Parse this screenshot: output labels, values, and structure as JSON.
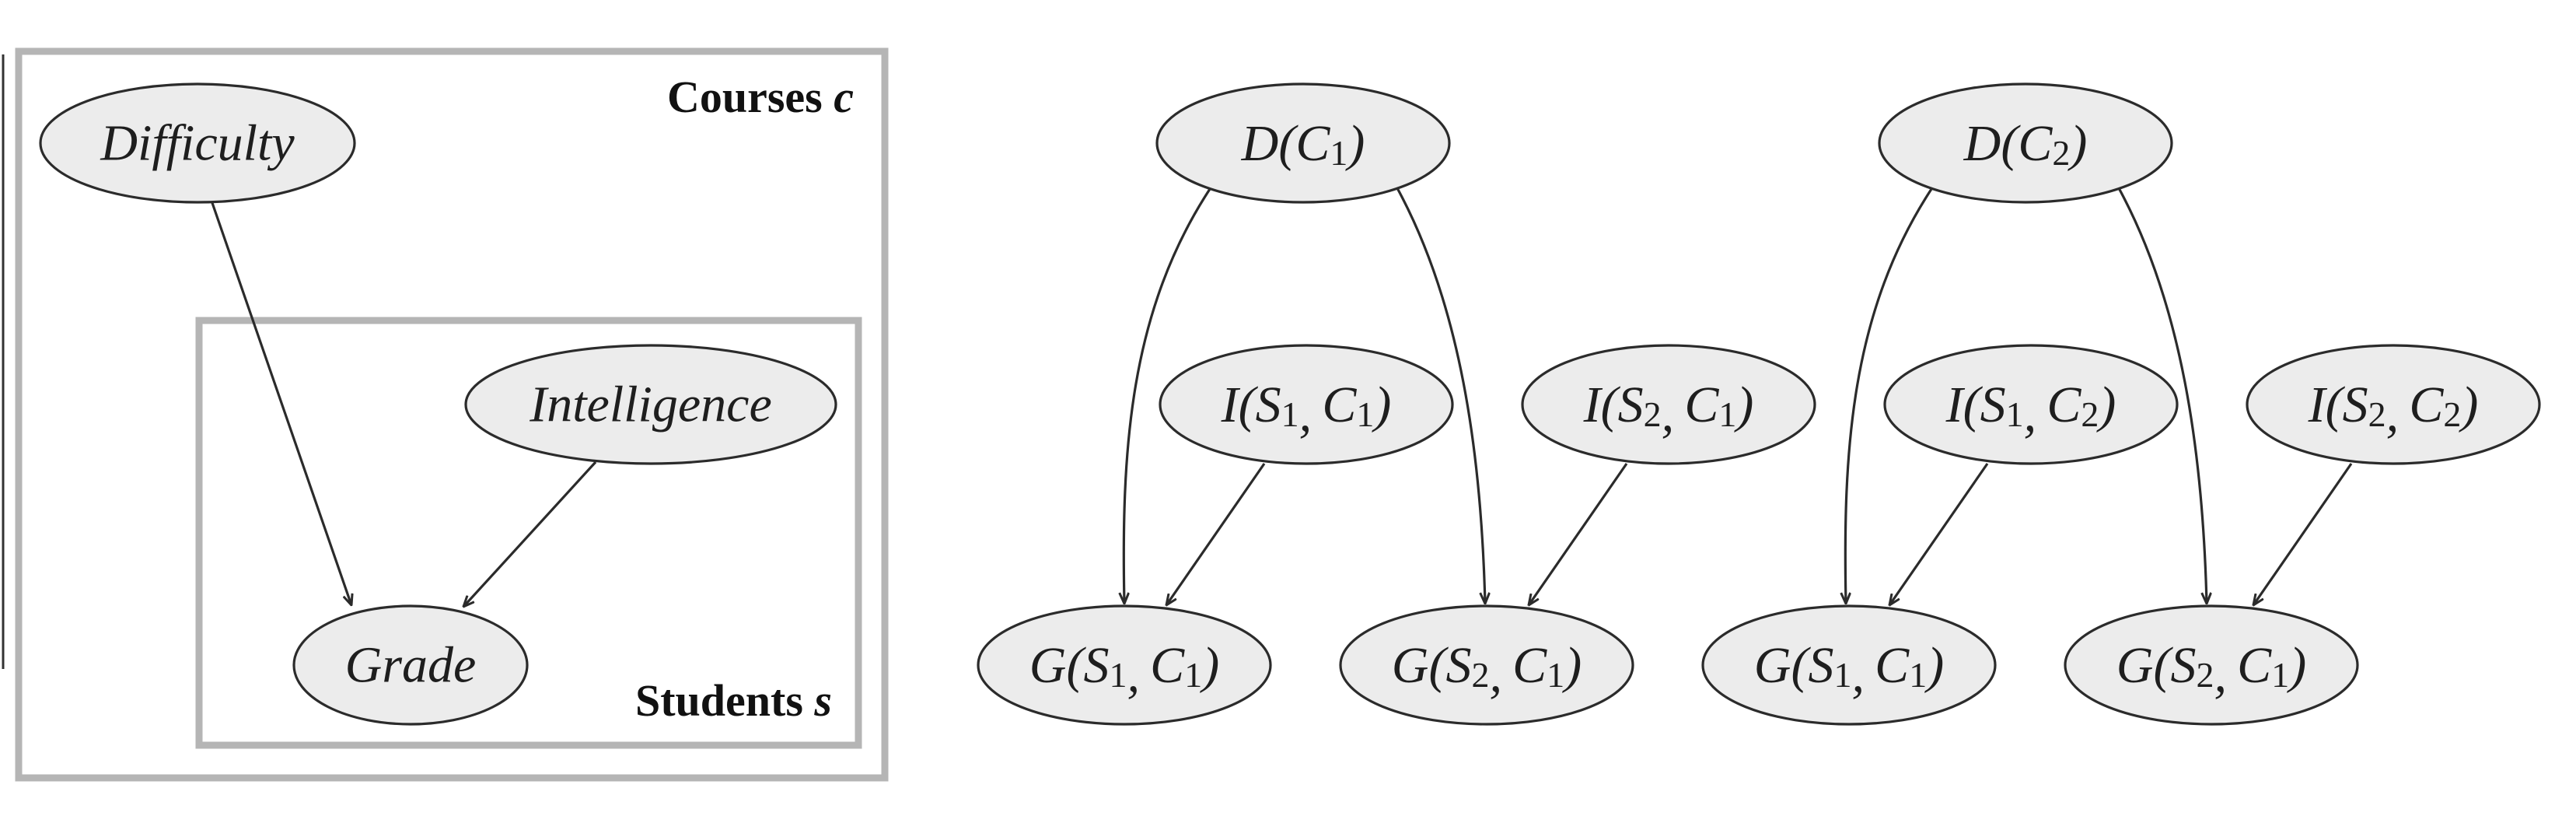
{
  "plates": {
    "courses": {
      "label": "Courses",
      "var": "c"
    },
    "students": {
      "label": "Students",
      "var": "s"
    }
  },
  "template_nodes": {
    "difficulty": "Difficulty",
    "intelligence": "Intelligence",
    "grade": "Grade"
  },
  "ground_nodes": {
    "d_c1": {
      "fn": "D",
      "args": [
        [
          "C",
          "1"
        ]
      ]
    },
    "d_c2": {
      "fn": "D",
      "args": [
        [
          "C",
          "2"
        ]
      ]
    },
    "i_s1_c1": {
      "fn": "I",
      "args": [
        [
          "S",
          "1"
        ],
        [
          "C",
          "1"
        ]
      ]
    },
    "i_s2_c1": {
      "fn": "I",
      "args": [
        [
          "S",
          "2"
        ],
        [
          "C",
          "1"
        ]
      ]
    },
    "i_s1_c2": {
      "fn": "I",
      "args": [
        [
          "S",
          "1"
        ],
        [
          "C",
          "2"
        ]
      ]
    },
    "i_s2_c2": {
      "fn": "I",
      "args": [
        [
          "S",
          "2"
        ],
        [
          "C",
          "2"
        ]
      ]
    },
    "g_s1_c1_a": {
      "fn": "G",
      "args": [
        [
          "S",
          "1"
        ],
        [
          "C",
          "1"
        ]
      ]
    },
    "g_s2_c1_a": {
      "fn": "G",
      "args": [
        [
          "S",
          "2"
        ],
        [
          "C",
          "1"
        ]
      ]
    },
    "g_s1_c1_b": {
      "fn": "G",
      "args": [
        [
          "S",
          "1"
        ],
        [
          "C",
          "1"
        ]
      ]
    },
    "g_s2_c1_b": {
      "fn": "G",
      "args": [
        [
          "S",
          "2"
        ],
        [
          "C",
          "1"
        ]
      ]
    }
  },
  "edges": [
    {
      "from": "difficulty",
      "to": "grade"
    },
    {
      "from": "intelligence",
      "to": "grade"
    },
    {
      "from": "d_c1",
      "to": "g_s1_c1_a"
    },
    {
      "from": "d_c1",
      "to": "g_s2_c1_a"
    },
    {
      "from": "i_s1_c1",
      "to": "g_s1_c1_a"
    },
    {
      "from": "i_s2_c1",
      "to": "g_s2_c1_a"
    },
    {
      "from": "d_c2",
      "to": "g_s1_c1_b"
    },
    {
      "from": "d_c2",
      "to": "g_s2_c1_b"
    },
    {
      "from": "i_s1_c2",
      "to": "g_s1_c1_b"
    },
    {
      "from": "i_s2_c2",
      "to": "g_s2_c1_b"
    }
  ]
}
